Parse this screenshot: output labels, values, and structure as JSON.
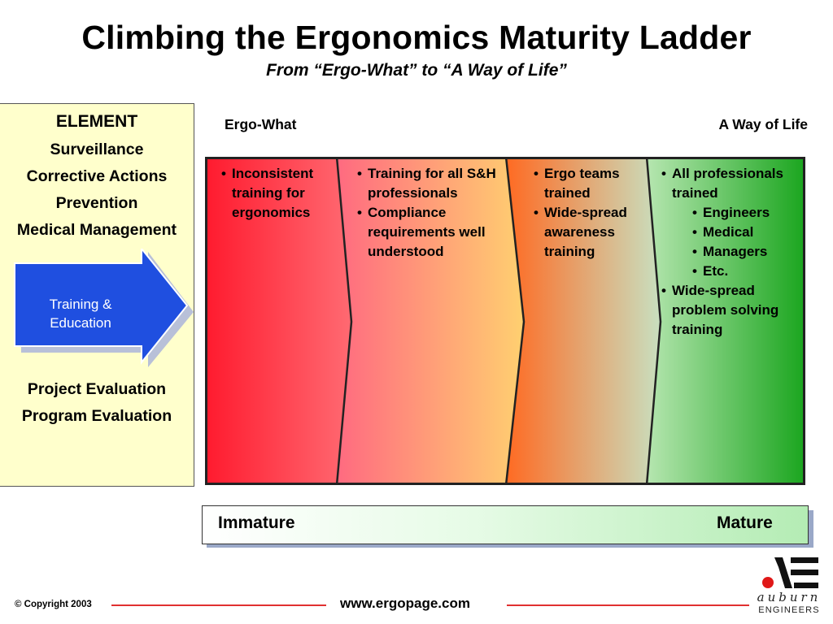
{
  "title": "Climbing the Ergonomics Maturity Ladder",
  "subtitle": "From “Ergo-What” to “A Way of Life”",
  "left_panel": {
    "heading": "ELEMENT",
    "items_top": [
      "Surveillance",
      "Corrective Actions",
      "Prevention",
      "Medical Management"
    ],
    "highlight": {
      "line1": "Training &",
      "line2": "Education"
    },
    "items_bottom": [
      "Project Evaluation",
      "Program Evaluation"
    ]
  },
  "scale_labels": {
    "left": "Ergo-What",
    "right": "A Way of Life"
  },
  "stages": [
    {
      "bullets": [
        "Inconsistent training for ergonomics"
      ]
    },
    {
      "bullets": [
        "Training for all S&H professionals",
        "Compliance requirements well understood"
      ]
    },
    {
      "bullets": [
        "Ergo teams trained",
        "Wide-spread awareness training"
      ]
    },
    {
      "bullets": [
        "All professionals trained"
      ],
      "sub_bullets": [
        "Engineers",
        "Medical",
        "Managers",
        "Etc."
      ],
      "bullets_after": [
        "Wide-spread problem solving training"
      ]
    }
  ],
  "maturity": {
    "left": "Immature",
    "right": "Mature"
  },
  "footer": {
    "copyright": "© Copyright 2003",
    "website": "www.ergopage.com"
  },
  "logo": {
    "line1": "auburn",
    "line2": "ENGINEERS"
  },
  "colors": {
    "stage1": "#ff1a2e",
    "stage2": "#ffcc66",
    "stage3": "#ff7a30",
    "stage4": "#1faa22",
    "arrow": "#1f4fe0",
    "panel": "#ffffcc"
  }
}
